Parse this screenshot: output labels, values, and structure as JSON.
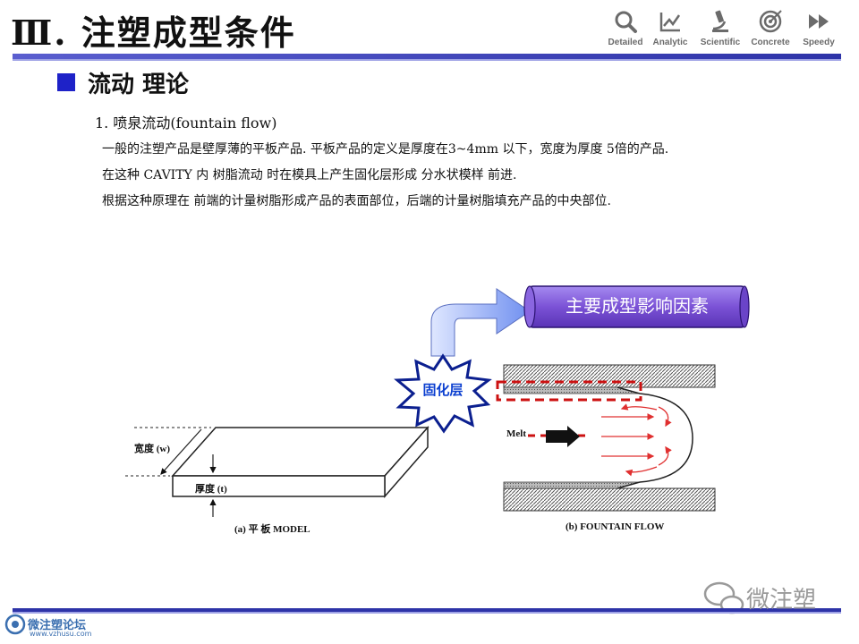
{
  "header": {
    "title": "Ⅲ.  注塑成型条件",
    "nav": [
      {
        "label": "Detailed",
        "icon": "search-icon"
      },
      {
        "label": "Analytic",
        "icon": "line-chart-icon"
      },
      {
        "label": "Scientific",
        "icon": "microscope-icon"
      },
      {
        "label": "Concrete",
        "icon": "target-icon"
      },
      {
        "label": "Speedy",
        "icon": "fast-forward-icon"
      }
    ]
  },
  "section": {
    "title": "流动 理论"
  },
  "content": {
    "item_title": "1. 喷泉流动(fountain flow)",
    "lines": [
      "一般的注塑产品是壁厚薄的平板产品. 平板产品的定义是厚度在3~4mm 以下，宽度为厚度 5倍的产品.",
      "在这种 CAVITY 内 树脂流动 时在模具上产生固化层形成 分水状模样 前进.",
      "根据这种原理在 前端的计量树脂形成产品的表面部位，后端的计量树脂填充产品的中央部位."
    ]
  },
  "diagram": {
    "banner": "主要成型影响因素",
    "solid_layer": "固化层",
    "width_label": "宽度 (w)",
    "thickness_label": "厚度 (t)",
    "melt_label": "Melt",
    "caption_a": "(a) 平 板 MODEL",
    "caption_b": "(b) FOUNTAIN FLOW",
    "colors": {
      "banner": "#7b52d6",
      "arrow": "#6f8ff0",
      "burst_border": "#0b1f8f",
      "dashed": "#cc1111",
      "flow_arrow": "#e03030"
    }
  },
  "footer": {
    "watermark": "微注塑",
    "forum_name": "微注塑论坛",
    "forum_url": "www.vzhusu.com"
  }
}
